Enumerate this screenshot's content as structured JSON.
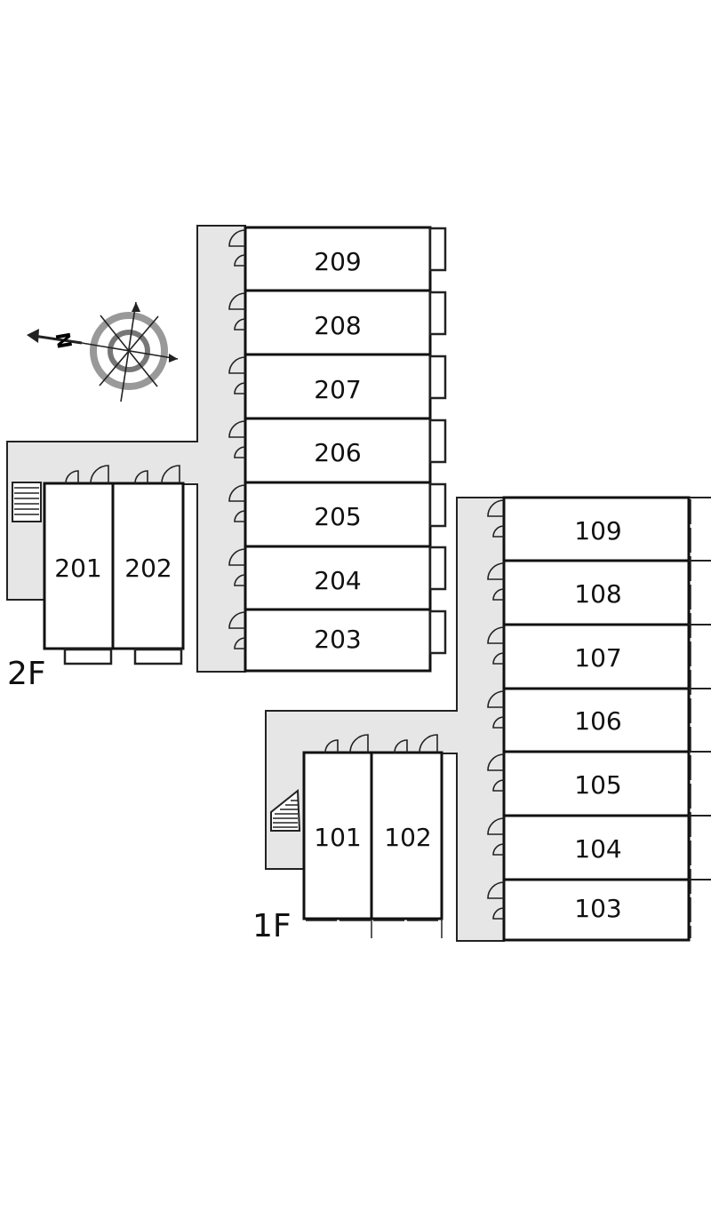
{
  "floors": {
    "second": {
      "label": "2F",
      "rooms_right": [
        "209",
        "208",
        "207",
        "206",
        "205",
        "204",
        "203"
      ],
      "rooms_left": [
        "201",
        "202"
      ]
    },
    "first": {
      "label": "1F",
      "rooms_right": [
        "109",
        "108",
        "107",
        "106",
        "105",
        "104",
        "103"
      ],
      "rooms_left": [
        "101",
        "102"
      ]
    }
  },
  "compass": {
    "north_letter": "N",
    "icon": "compass-rose-icon"
  },
  "colors": {
    "corridor": "#e6e6e6",
    "line": "#111111",
    "compass_ring": "#999999"
  }
}
